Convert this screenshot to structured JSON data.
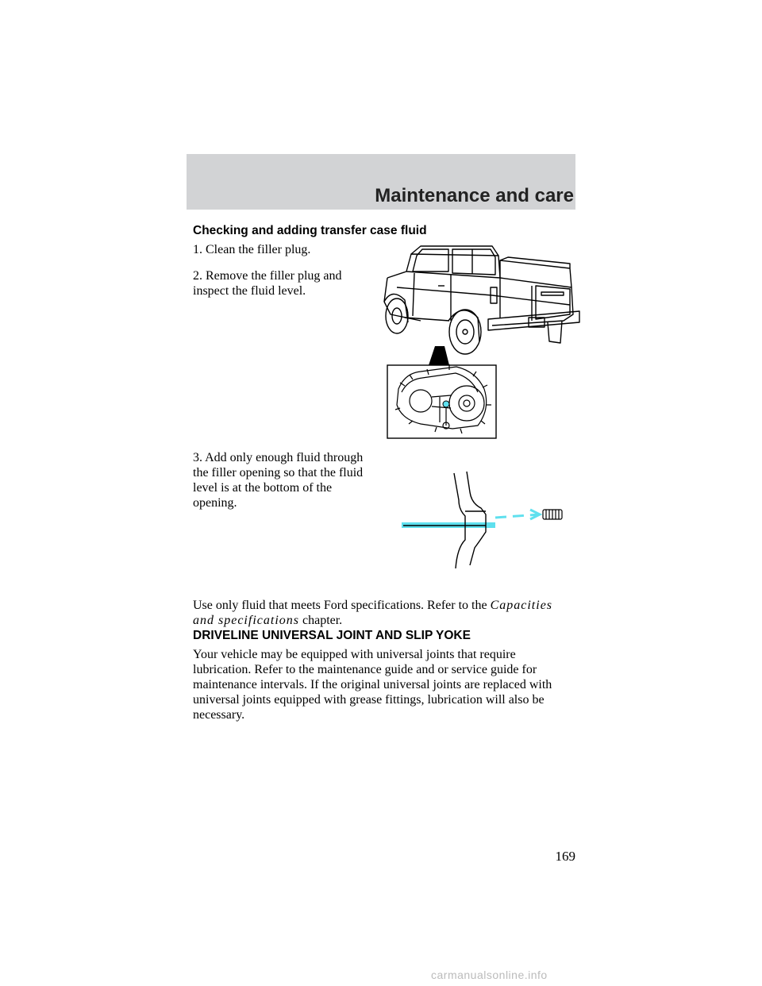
{
  "header": {
    "title": "Maintenance and care"
  },
  "transfer_case": {
    "heading": "Checking and adding transfer case fluid",
    "step1": "1. Clean the filler plug.",
    "step2_line1": "2. Remove the filler plug and",
    "step2_line2": "inspect the fluid level.",
    "step3_lines": [
      "3. Add only enough fluid through",
      "the filler opening so that the fluid",
      "level is at the bottom of the",
      "opening."
    ],
    "note_line1_pre": "Use only fluid that meets Ford specifications. Refer to the ",
    "note_line1_italic": "Capacities",
    "note_line2_italic": "and specifications",
    "note_line2_post": " chapter."
  },
  "driveline": {
    "heading": "DRIVELINE UNIVERSAL JOINT AND SLIP YOKE",
    "lines": [
      "Your vehicle may be equipped with universal joints that require",
      "lubrication. Refer to the maintenance guide and or service guide for",
      "maintenance intervals. If the original universal joints are replaced with",
      "universal joints equipped with grease fittings, lubrication will also be",
      "necessary."
    ]
  },
  "page_number": "169",
  "watermark": "carmanualsonline.info",
  "colors": {
    "header_band": "#d2d3d5",
    "fluid_highlight": "#5fe0ee"
  }
}
